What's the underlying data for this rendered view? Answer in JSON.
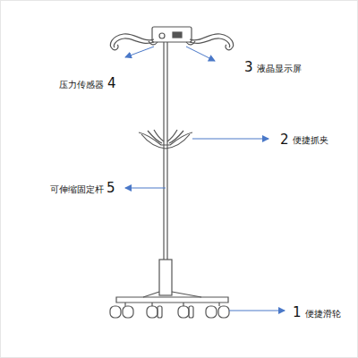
{
  "diagram": {
    "labels": [
      "3",
      "液晶显示屏",
      "压力传感器",
      "4",
      "2",
      "便捷抓夹",
      "可伸缩固定杆",
      "5",
      "1",
      "便捷滑轮"
    ]
  }
}
